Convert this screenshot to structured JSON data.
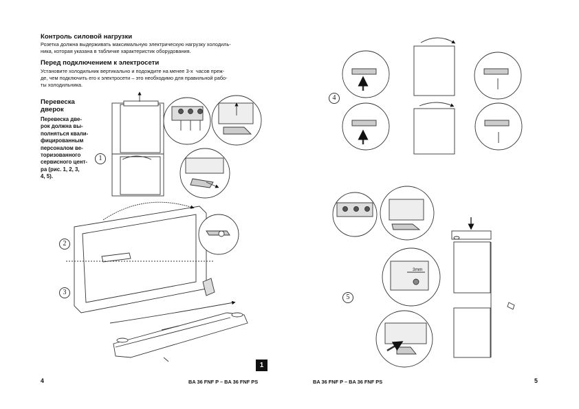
{
  "left_page": {
    "heading1": "Контроль силовой нагрузки",
    "para1_line1": "Розетка должна выдерживать максимальную электрическую нагрузку холодиль-",
    "para1_line2": "ника, которая указана в табличке характеристик оборудования.",
    "heading2": "Перед подключением к электросети",
    "para2_line1": "Установите холодильник вертикально и подождите на менее 3-х  часов преж-",
    "para2_line2": "де, чем подключить его к электросети – это необходимо для правильной рабо-",
    "para2_line3": "ты холодильника.",
    "side_title": "Перевеска\nдверок",
    "side_text": "Перевеска две-\nрок должна вы-\nполняться квали-\nфицированным\nперсоналом ве-\nторизованного\nсервисного цент-\nра (рис. 1, 2, 3,\n4, 5).",
    "figure_labels": [
      "1",
      "2",
      "3"
    ],
    "badge": "1",
    "page_number": "4",
    "footer": "BA 36 FNF P – BA 36 FNF PS"
  },
  "right_page": {
    "figure_labels": [
      "4",
      "5"
    ],
    "dimension_label": "3mm",
    "page_number": "5",
    "footer": "BA 36 FNF P – BA 36 FNF PS"
  }
}
